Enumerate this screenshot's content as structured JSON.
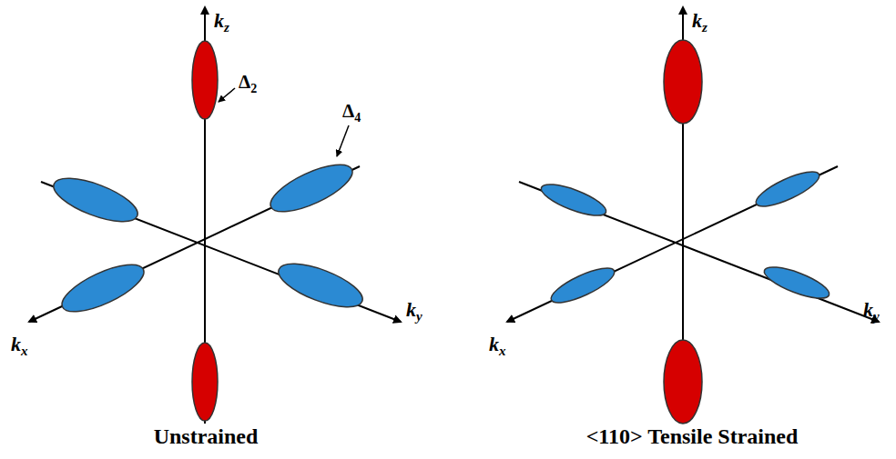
{
  "diagram": {
    "labels": [
      "kz",
      "Δ2",
      "Δ4",
      "kx",
      "ky",
      "Unstrained",
      "kz",
      "kx",
      "ky",
      "<110> Tensile Strained"
    ]
  }
}
